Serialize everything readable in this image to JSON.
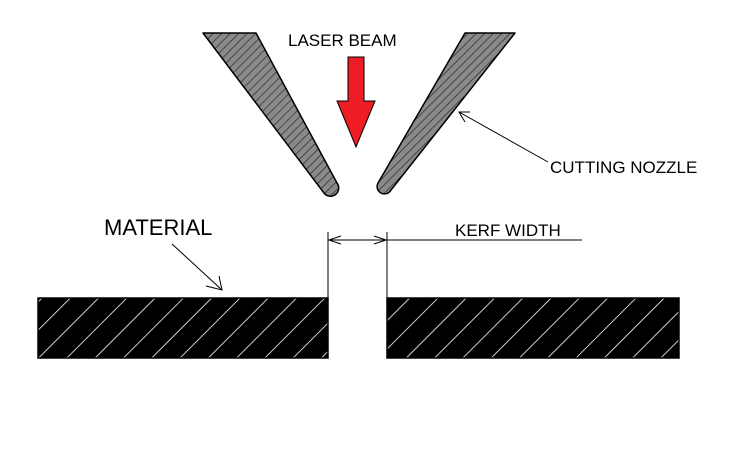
{
  "labels": {
    "laser_beam": "LASER BEAM",
    "cutting_nozzle": "CUTTING NOZZLE",
    "material": "MATERIAL",
    "kerf_width": "KERF WIDTH"
  },
  "colors": {
    "beam_arrow": "#ee1c24",
    "nozzle_fill": "#808080",
    "material_fill": "#000000",
    "hatch_on_material": "#ffffff",
    "background": "#ffffff"
  }
}
